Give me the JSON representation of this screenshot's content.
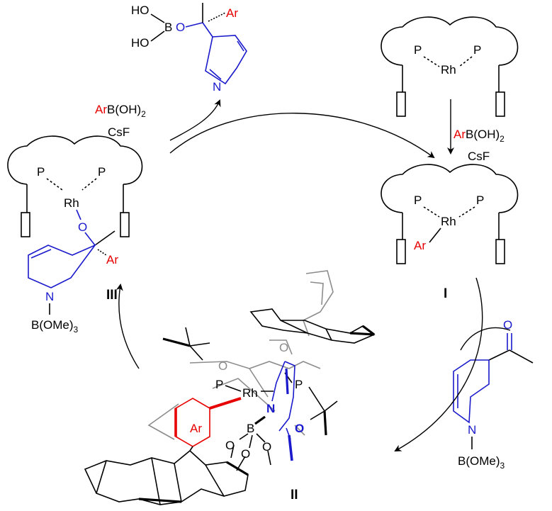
{
  "colors": {
    "black": "#000000",
    "red": "#e60000",
    "blue": "#1a1acc",
    "grey": "#8c8c8c"
  },
  "labels": {
    "stage_1": "I",
    "stage_2": "II",
    "stage_3": "III"
  },
  "reagent": {
    "aryl": "Ar",
    "boronic": "B(OH)",
    "subscript": "2",
    "base": "CsF"
  },
  "atoms": {
    "P": "P",
    "Rh": "Rh",
    "O": "O",
    "N": "N",
    "B": "B",
    "HO": "HO",
    "Ar": "Ar"
  },
  "borate": "B(OMe)",
  "borate_sub": "3"
}
